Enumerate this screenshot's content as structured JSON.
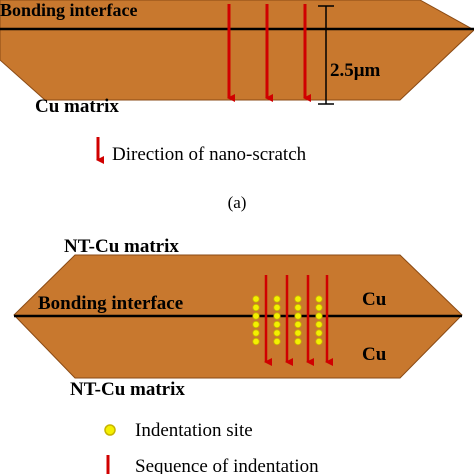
{
  "colors": {
    "matrix_fill": "#C8782E",
    "matrix_stroke": "#8A4A14",
    "arrow": "#D00000",
    "dot_fill": "#F4F000",
    "dot_stroke": "#C8B400",
    "text": "#000000"
  },
  "panel_a": {
    "bonding_interface": "Bonding interface",
    "matrix": "Cu matrix",
    "dimension": "2.5μm",
    "legend_arrow": "Direction of nano-scratch",
    "caption": "(a)",
    "scratch_count": 3
  },
  "panel_b": {
    "matrix_top": "NT-Cu matrix",
    "bonding_interface": "Bonding interface",
    "cu_top": "Cu",
    "cu_bottom": "Cu",
    "matrix_bottom": "NT-Cu matrix",
    "legend_dot": "Indentation site",
    "legend_arrow": "Sequence of indentation",
    "indentation_columns": 4,
    "indentation_rows": 6
  }
}
